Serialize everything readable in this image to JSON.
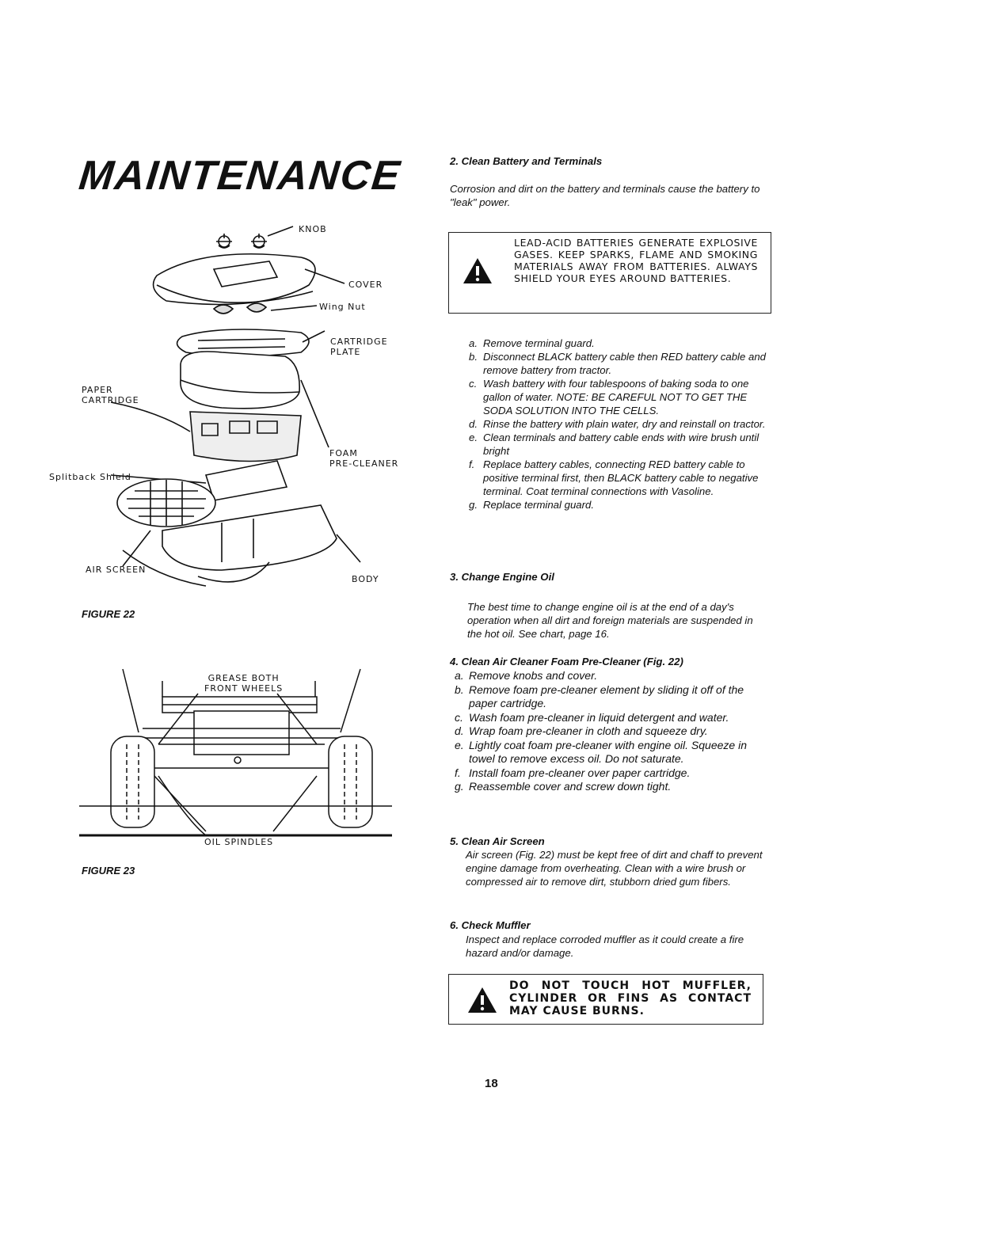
{
  "page": {
    "title": "MAINTENANCE",
    "page_number": "18"
  },
  "figure22": {
    "caption": "FIGURE 22",
    "labels": {
      "knob": "KNOB",
      "cover": "COVER",
      "wing_nut": "Wing Nut",
      "cartridge_plate_1": "CARTRIDGE",
      "cartridge_plate_2": "PLATE",
      "paper_cartridge_1": "PAPER",
      "paper_cartridge_2": "CARTRIDGE",
      "foam_1": "FOAM",
      "foam_2": "PRE-CLEANER",
      "splitback": "Splitback Shield",
      "air_screen": "AIR SCREEN",
      "body": "BODY"
    }
  },
  "figure23": {
    "caption": "FIGURE 23",
    "labels": {
      "grease_1": "GREASE BOTH",
      "grease_2": "FRONT WHEELS",
      "oil_spindles": "OIL SPINDLES"
    }
  },
  "section2": {
    "heading": "2.  Clean Battery and Terminals",
    "intro": "Corrosion and dirt on the battery and terminals cause the battery to \"leak\" power.",
    "warning": "LEAD-ACID BATTERIES GENERATE EXPLOSIVE GASES. KEEP SPARKS, FLAME AND SMOKING MATERIALS AWAY FROM BATTERIES. ALWAYS SHIELD YOUR EYES AROUND BATTERIES.",
    "steps": [
      {
        "letter": "a.",
        "text": "Remove terminal guard."
      },
      {
        "letter": "b.",
        "text": "Disconnect BLACK battery cable then RED battery cable and remove battery from tractor."
      },
      {
        "letter": "c.",
        "text": "Wash battery with four tablespoons of baking soda to one gallon of water. NOTE: BE CAREFUL NOT TO GET THE SODA SOLUTION INTO THE CELLS."
      },
      {
        "letter": "d.",
        "text": "Rinse the battery with plain water, dry and reinstall on tractor."
      },
      {
        "letter": "e.",
        "text": "Clean terminals and battery cable ends with wire brush until bright"
      },
      {
        "letter": "f.",
        "text": "Replace battery cables, connecting RED battery cable to positive terminal first, then BLACK battery cable to negative terminal. Coat terminal connections with Vasoline."
      },
      {
        "letter": "g.",
        "text": "Replace terminal guard."
      }
    ]
  },
  "section3": {
    "heading": "3.  Change Engine Oil",
    "body": "The best time to change engine oil is at the end of a day's operation when all dirt and foreign materials are suspended in the hot oil. See chart, page 16."
  },
  "section4": {
    "heading": "4.  Clean Air Cleaner Foam Pre-Cleaner (Fig. 22)",
    "steps": [
      {
        "letter": "a.",
        "text": "Remove knobs and cover."
      },
      {
        "letter": "b.",
        "text": "Remove foam pre-cleaner element by sliding it off of the paper cartridge."
      },
      {
        "letter": "c.",
        "text": "Wash foam pre-cleaner in liquid detergent and water."
      },
      {
        "letter": "d.",
        "text": "Wrap foam pre-cleaner in cloth and squeeze dry."
      },
      {
        "letter": "e.",
        "text": "Lightly coat foam pre-cleaner with engine oil. Squeeze in towel to remove excess oil. Do not saturate."
      },
      {
        "letter": "f.",
        "text": "Install foam pre-cleaner over paper cartridge."
      },
      {
        "letter": "g.",
        "text": "Reassemble cover and screw down tight."
      }
    ]
  },
  "section5": {
    "heading": "5.  Clean Air Screen",
    "body": "Air screen (Fig. 22) must be kept free of dirt and chaff to prevent engine damage from overheating. Clean with a wire brush or compressed air to remove dirt, stubborn dried gum fibers."
  },
  "section6": {
    "heading": "6.  Check Muffler",
    "body": "Inspect and replace corroded muffler as it could create a fire hazard and/or damage.",
    "warning": "DO NOT TOUCH HOT MUFFLER, CYLINDER OR FINS AS CONTACT MAY CAUSE BURNS."
  },
  "icons": [
    "warning-triangle-icon"
  ]
}
